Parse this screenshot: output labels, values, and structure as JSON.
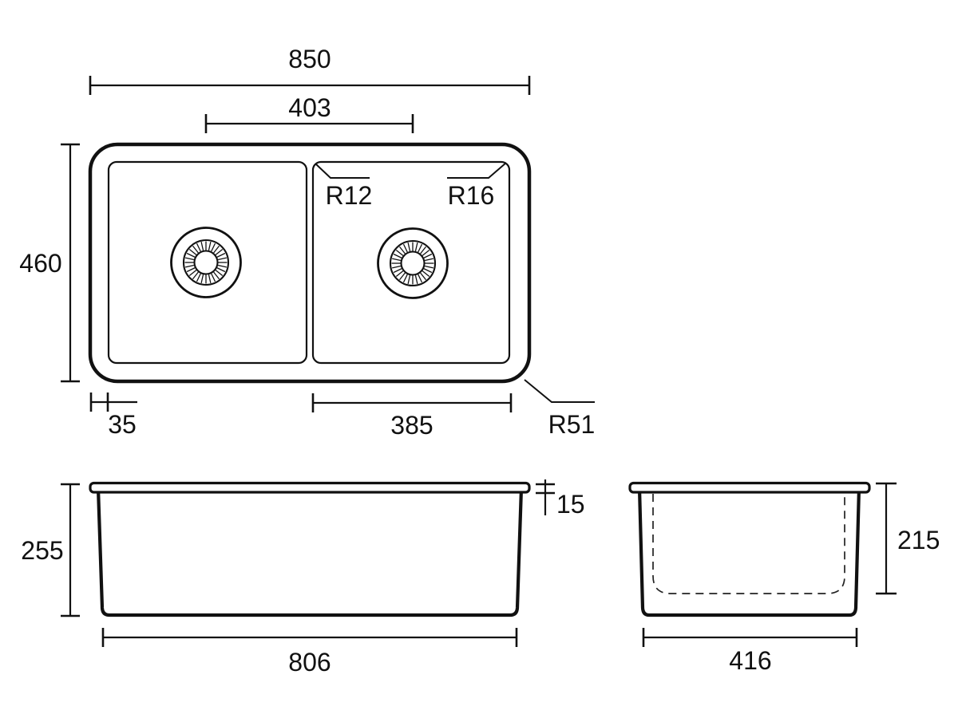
{
  "colors": {
    "line": "#111111",
    "background": "#ffffff"
  },
  "top_view": {
    "overall_width_label": "850",
    "drain_spacing_label": "403",
    "overall_depth_label": "460",
    "left_offset_label": "35",
    "right_bowl_width_label": "385",
    "outer_corner_radius_label": "R51",
    "right_bowl_top_left_radius_label": "R12",
    "right_bowl_top_right_radius_label": "R16"
  },
  "front_view": {
    "overall_height_label": "255",
    "rim_thickness_label": "15",
    "base_width_label": "806"
  },
  "side_view": {
    "inner_depth_label": "215",
    "base_width_label": "416"
  }
}
